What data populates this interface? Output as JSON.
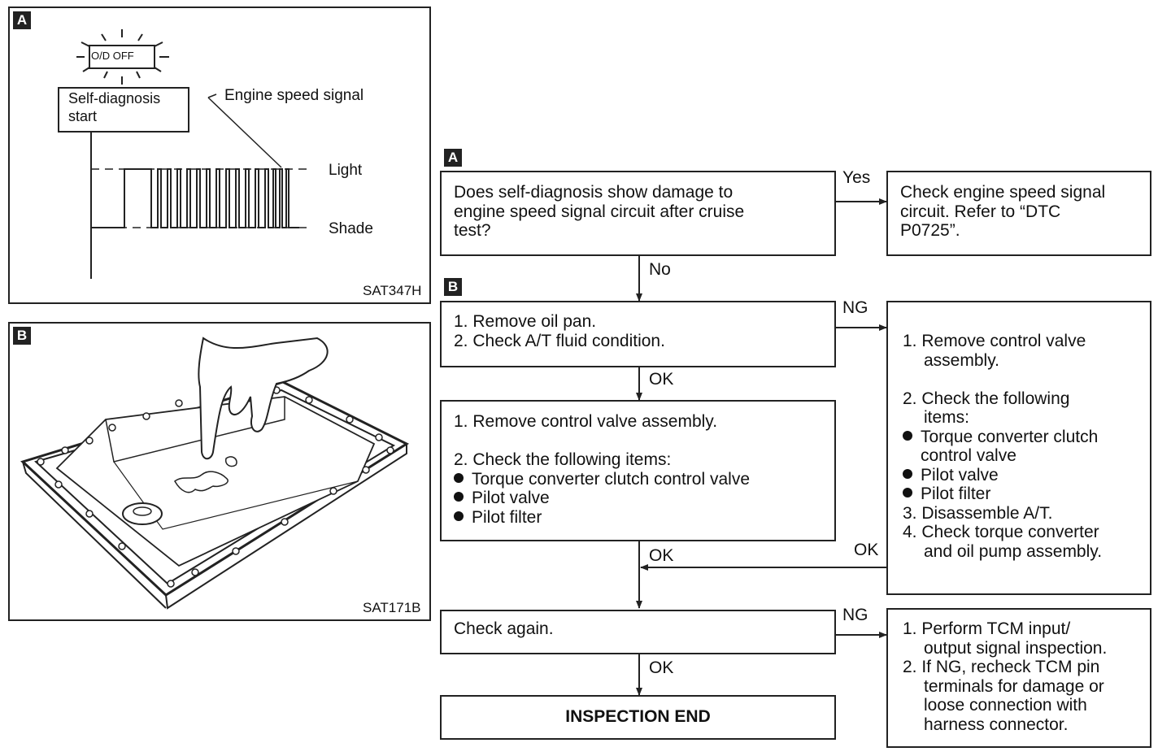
{
  "panelA": {
    "badge": "A",
    "od_off": "O/D OFF",
    "start_label_1": "Self-diagnosis",
    "start_label_2": "start",
    "engine_label": "Engine speed signal",
    "light": "Light",
    "shade": "Shade",
    "code": "SAT347H"
  },
  "panelB": {
    "badge": "B",
    "code": "SAT171B"
  },
  "flow": {
    "badgeA": "A",
    "badgeB": "B",
    "q1": [
      "Does self-diagnosis show damage to",
      "engine speed signal circuit after cruise",
      "test?"
    ],
    "yes": "Yes",
    "yes_box": [
      "Check engine speed signal",
      "circuit. Refer to “DTC",
      "P0725”."
    ],
    "no": "No",
    "b1": [
      "1. Remove oil pan.",
      "2. Check A/T fluid condition."
    ],
    "ng1": "NG",
    "ok1": "OK",
    "ng_box1": {
      "l1": "1. Remove control valve",
      "l2": "assembly.",
      "l3": "2. Check the following",
      "l4": "items:",
      "l5": "Torque converter clutch",
      "l6": "control valve",
      "l7": "Pilot valve",
      "l8": "Pilot filter",
      "l9": "3. Disassemble A/T.",
      "l10": "4. Check torque converter",
      "l11": "and oil pump assembly."
    },
    "b2": {
      "l1": "1. Remove control valve assembly.",
      "l2": "2. Check the following items:",
      "l3": "Torque converter clutch control valve",
      "l4": "Pilot valve",
      "l5": "Pilot filter"
    },
    "ok2": "OK",
    "ok_side": "OK",
    "check_again": "Check again.",
    "ng2": "NG",
    "ng_box2": [
      "1. Perform TCM input/",
      "output signal inspection.",
      "2. If NG, recheck TCM pin",
      "terminals for damage or",
      "loose connection with",
      "harness connector."
    ],
    "ok3": "OK",
    "end": "INSPECTION END"
  }
}
